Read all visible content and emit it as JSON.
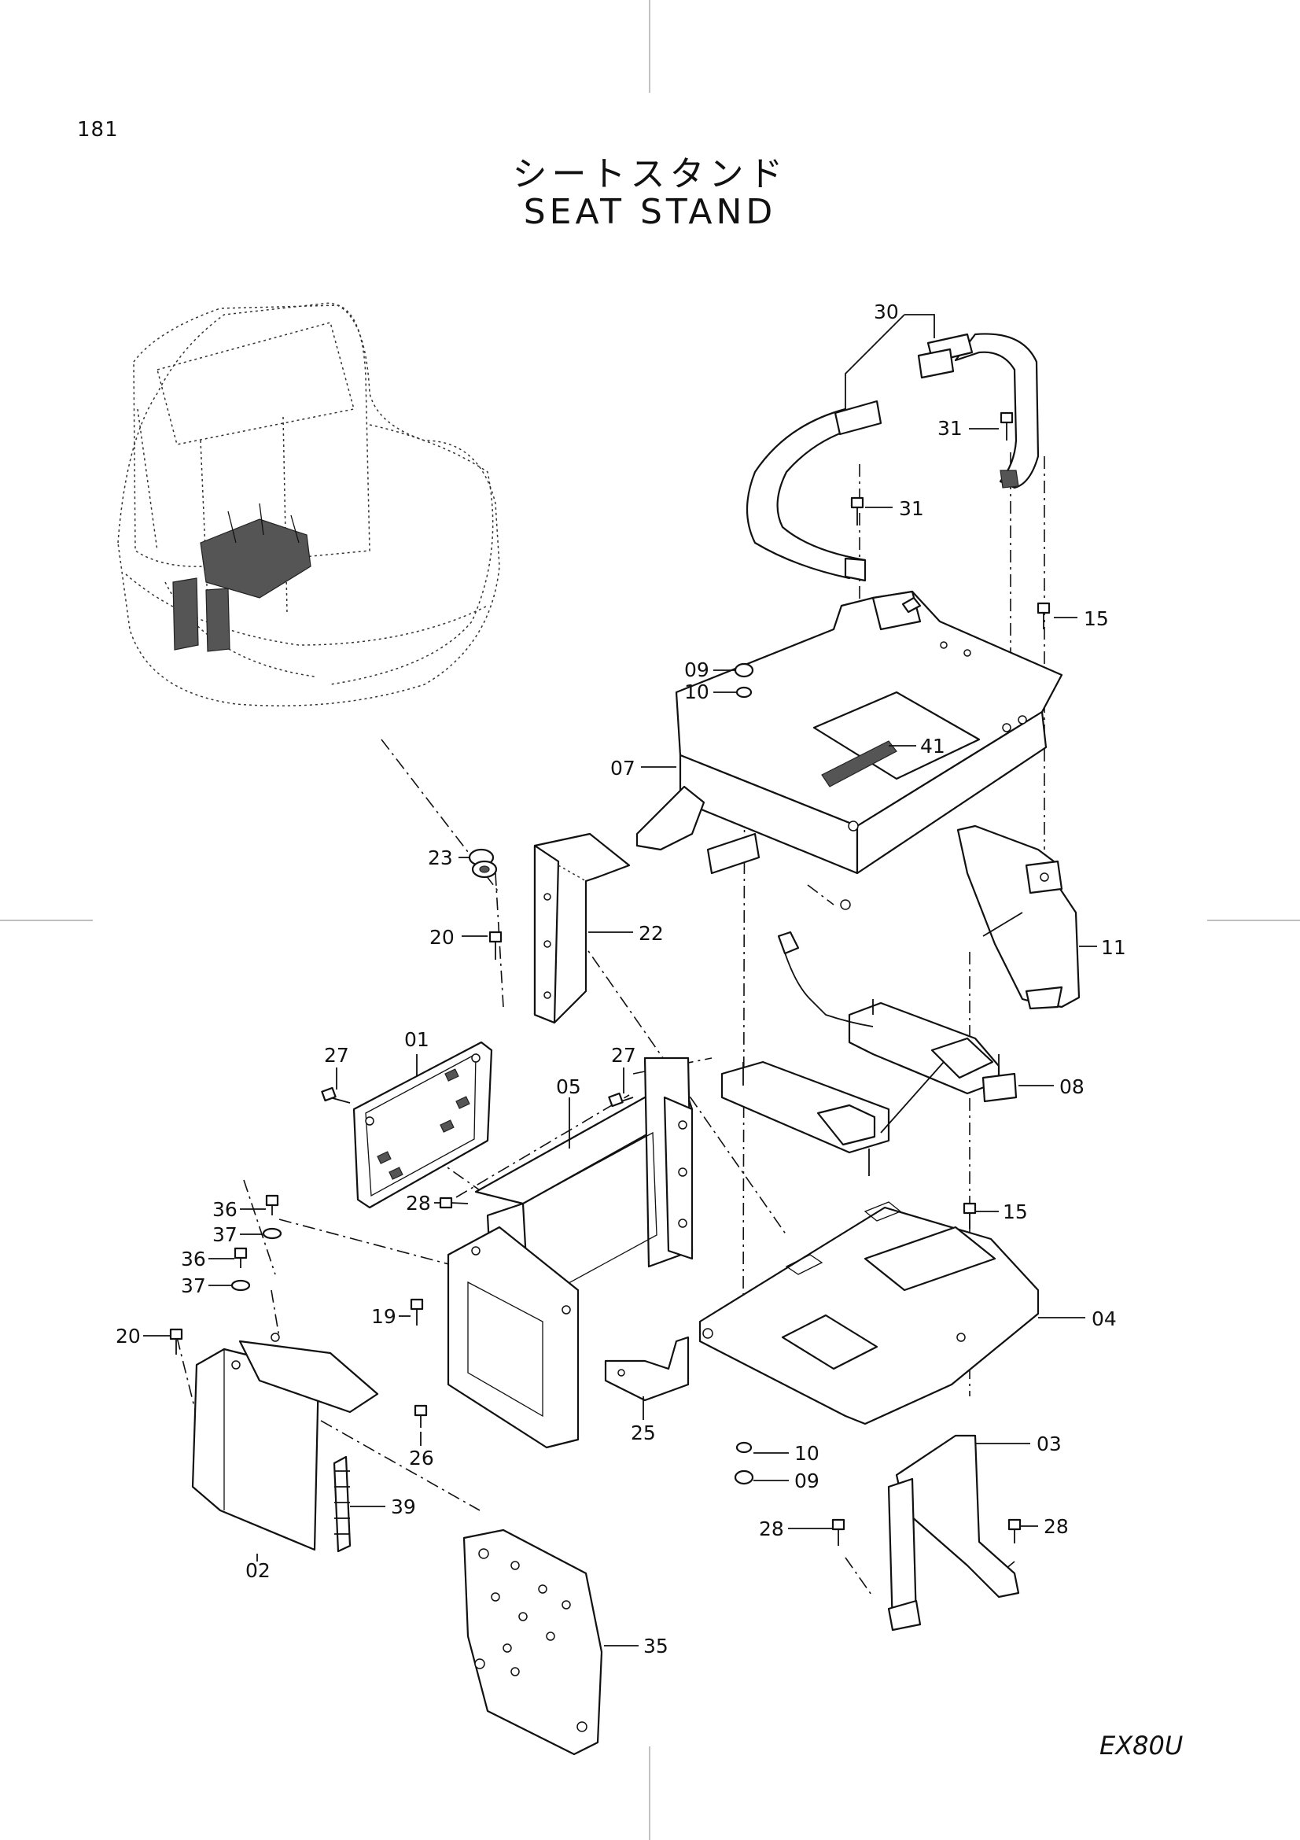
{
  "page": {
    "number": "181",
    "title_jp": "シートスタンド",
    "title_en": "SEAT  STAND",
    "model": "EX80U"
  },
  "parts": [
    {
      "name": "frame-07",
      "label": "07"
    },
    {
      "name": "seat-belt-30",
      "label": "30"
    },
    {
      "name": "bolt-31-upper",
      "label": "31"
    },
    {
      "name": "bolt-31-lower",
      "label": "31"
    },
    {
      "name": "bolt-15-upper",
      "label": "15"
    },
    {
      "name": "nut-09-upper",
      "label": "09"
    },
    {
      "name": "washer-10-upper",
      "label": "10"
    },
    {
      "name": "strip-41",
      "label": "41"
    },
    {
      "name": "bracket-11",
      "label": "11"
    },
    {
      "name": "rubber-23",
      "label": "23"
    },
    {
      "name": "bolt-20-upper",
      "label": "20"
    },
    {
      "name": "bracket-22",
      "label": "22"
    },
    {
      "name": "slide-rail-08",
      "label": "08"
    },
    {
      "name": "plate-01",
      "label": "01"
    },
    {
      "name": "bolt-27-left",
      "label": "27"
    },
    {
      "name": "bolt-27-right",
      "label": "27"
    },
    {
      "name": "stand-05",
      "label": "05"
    },
    {
      "name": "bolt-28-mid",
      "label": "28"
    },
    {
      "name": "bolt-36-a",
      "label": "36"
    },
    {
      "name": "washer-37-a",
      "label": "37"
    },
    {
      "name": "bolt-36-b",
      "label": "36"
    },
    {
      "name": "washer-37-b",
      "label": "37"
    },
    {
      "name": "bolt-15-lower",
      "label": "15"
    },
    {
      "name": "plate-04",
      "label": "04"
    },
    {
      "name": "bolt-20-lower",
      "label": "20"
    },
    {
      "name": "bolt-19",
      "label": "19"
    },
    {
      "name": "bracket-25",
      "label": "25"
    },
    {
      "name": "bolt-26",
      "label": "26"
    },
    {
      "name": "washer-10-lower",
      "label": "10"
    },
    {
      "name": "nut-09-lower",
      "label": "09"
    },
    {
      "name": "bracket-03",
      "label": "03"
    },
    {
      "name": "bolt-28-left",
      "label": "28"
    },
    {
      "name": "bolt-28-right",
      "label": "28"
    },
    {
      "name": "cover-02",
      "label": "02"
    },
    {
      "name": "seal-39",
      "label": "39"
    },
    {
      "name": "plate-35",
      "label": "35"
    }
  ]
}
